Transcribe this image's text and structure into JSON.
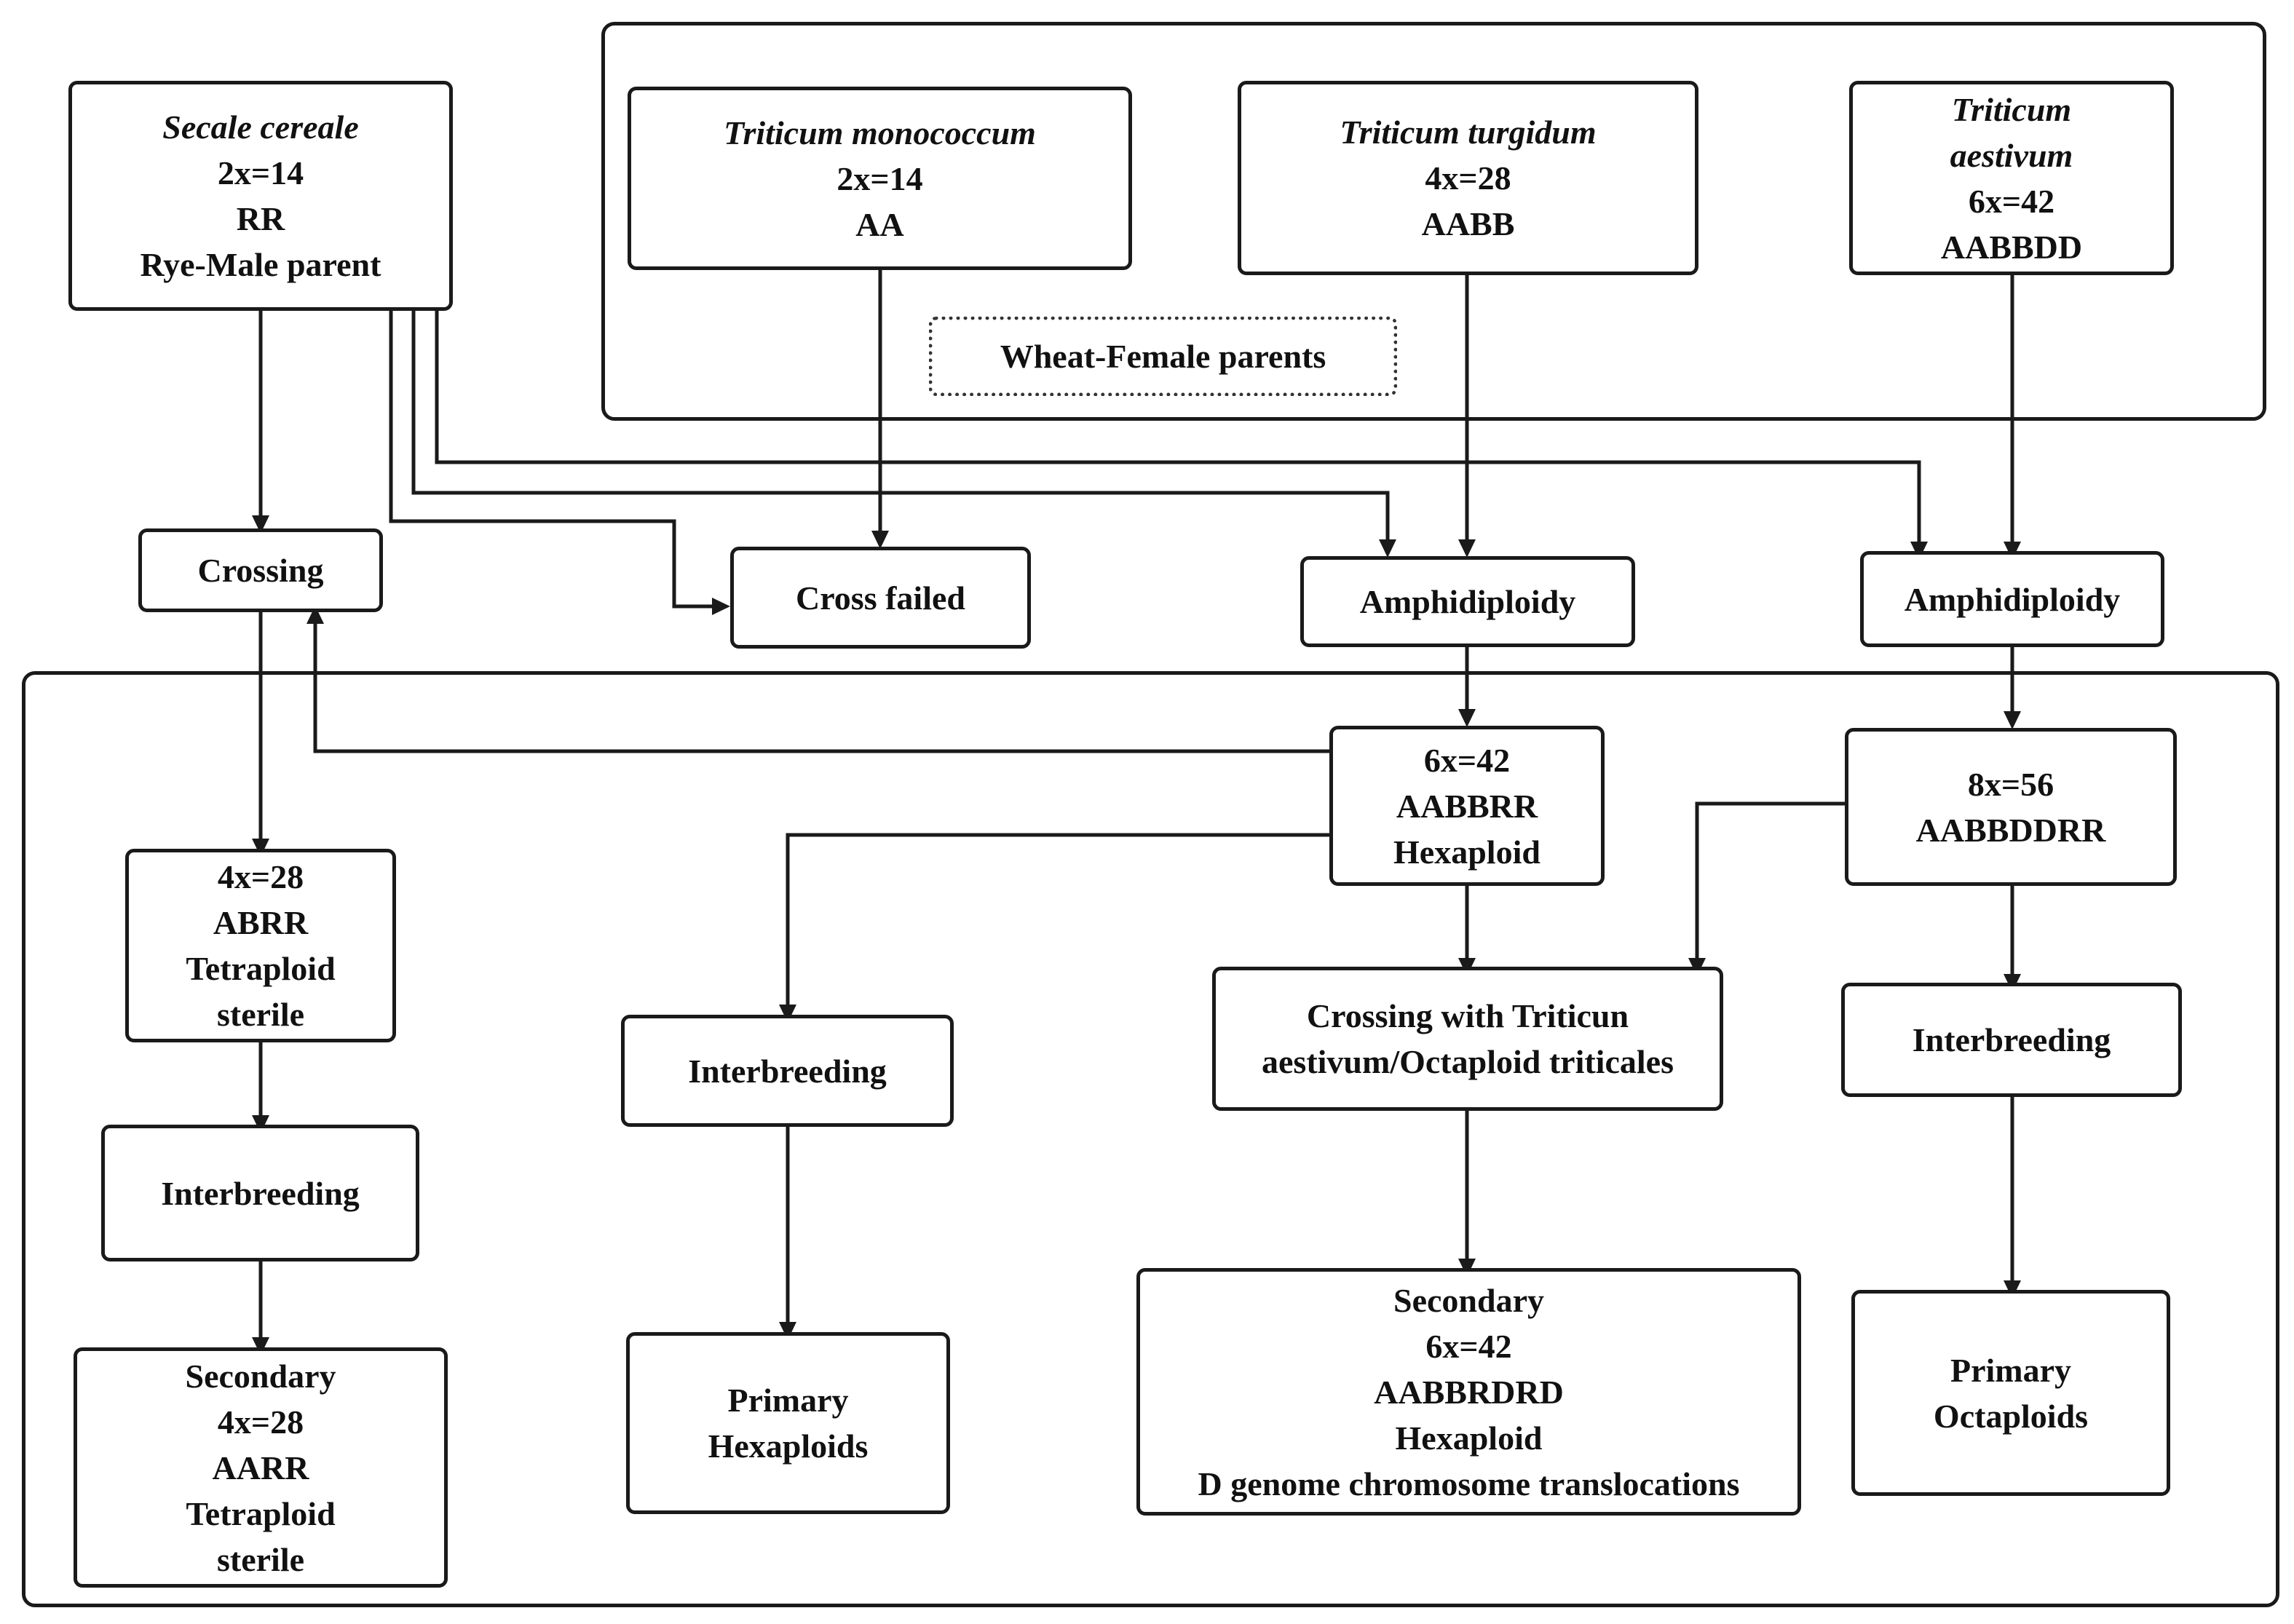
{
  "diagram": {
    "nodes": {
      "secale": {
        "lines": [
          {
            "text": "Secale cereale",
            "italic": true
          },
          {
            "text": "2x=14"
          },
          {
            "text": "RR"
          },
          {
            "text": "Rye-Male parent"
          }
        ]
      },
      "monococcum": {
        "lines": [
          {
            "text": "Triticum monococcum",
            "italic": true
          },
          {
            "text": "2x=14"
          },
          {
            "text": "AA"
          }
        ]
      },
      "turgidum": {
        "lines": [
          {
            "text": "Triticum turgidum",
            "italic": true
          },
          {
            "text": "4x=28"
          },
          {
            "text": "AABB"
          }
        ]
      },
      "aestivum": {
        "lines": [
          {
            "text": "Triticum",
            "italic": true
          },
          {
            "text": "aestivum",
            "italic": true
          },
          {
            "text": "6x=42"
          },
          {
            "text": "AABBDD"
          }
        ]
      },
      "wheat_female": {
        "lines": [
          {
            "text": "Wheat-Female parents"
          }
        ]
      },
      "crossing": {
        "lines": [
          {
            "text": "Crossing"
          }
        ]
      },
      "cross_failed": {
        "lines": [
          {
            "text": "Cross failed"
          }
        ]
      },
      "amphi_1": {
        "lines": [
          {
            "text": "Amphidiploidy"
          }
        ]
      },
      "amphi_2": {
        "lines": [
          {
            "text": "Amphidiploidy"
          }
        ]
      },
      "hex_6x": {
        "lines": [
          {
            "text": "6x=42"
          },
          {
            "text": "AABBRR"
          },
          {
            "text": "Hexaploid"
          }
        ]
      },
      "oct_8x": {
        "lines": [
          {
            "text": "8x=56"
          },
          {
            "text": "AABBDDRR"
          }
        ]
      },
      "tet_4x": {
        "lines": [
          {
            "text": "4x=28"
          },
          {
            "text": "ABRR"
          },
          {
            "text": "Tetraploid"
          },
          {
            "text": "sterile"
          }
        ]
      },
      "crossing_with": {
        "lines": [
          {
            "text": "Crossing with Triticun"
          },
          {
            "text": "aestivum/Octaploid triticales"
          }
        ]
      },
      "interbreed_1": {
        "lines": [
          {
            "text": "Interbreeding"
          }
        ]
      },
      "interbreed_2": {
        "lines": [
          {
            "text": "Interbreeding"
          }
        ]
      },
      "interbreed_3": {
        "lines": [
          {
            "text": "Interbreeding"
          }
        ]
      },
      "secondary_4x": {
        "lines": [
          {
            "text": "Secondary"
          },
          {
            "text": "4x=28"
          },
          {
            "text": "AARR"
          },
          {
            "text": "Tetraploid"
          },
          {
            "text": "sterile"
          }
        ]
      },
      "primary_hex": {
        "lines": [
          {
            "text": "Primary"
          },
          {
            "text": "Hexaploids"
          }
        ]
      },
      "secondary_6x": {
        "lines": [
          {
            "text": "Secondary"
          },
          {
            "text": "6x=42"
          },
          {
            "text": "AABBRDRD"
          },
          {
            "text": "Hexaploid"
          },
          {
            "text": "D genome chromosome translocations"
          }
        ]
      },
      "primary_oct": {
        "lines": [
          {
            "text": "Primary"
          },
          {
            "text": "Octaploids"
          }
        ]
      }
    },
    "edges": [
      {
        "from": "secale",
        "to": "crossing"
      },
      {
        "from": "secale",
        "to": "cross_failed"
      },
      {
        "from": "secale",
        "to": "amphi_1"
      },
      {
        "from": "secale",
        "to": "amphi_2"
      },
      {
        "from": "monococcum",
        "to": "cross_failed"
      },
      {
        "from": "turgidum",
        "to": "amphi_1"
      },
      {
        "from": "aestivum",
        "to": "amphi_2"
      },
      {
        "from": "amphi_1",
        "to": "hex_6x"
      },
      {
        "from": "amphi_2",
        "to": "oct_8x"
      },
      {
        "from": "hex_6x",
        "to": "crossing"
      },
      {
        "from": "crossing",
        "to": "tet_4x"
      },
      {
        "from": "tet_4x",
        "to": "interbreed_1"
      },
      {
        "from": "interbreed_1",
        "to": "secondary_4x"
      },
      {
        "from": "hex_6x",
        "to": "interbreed_2"
      },
      {
        "from": "interbreed_2",
        "to": "primary_hex"
      },
      {
        "from": "hex_6x",
        "to": "crossing_with"
      },
      {
        "from": "oct_8x",
        "to": "crossing_with"
      },
      {
        "from": "crossing_with",
        "to": "secondary_6x"
      },
      {
        "from": "oct_8x",
        "to": "interbreed_3"
      },
      {
        "from": "interbreed_3",
        "to": "primary_oct"
      }
    ]
  }
}
